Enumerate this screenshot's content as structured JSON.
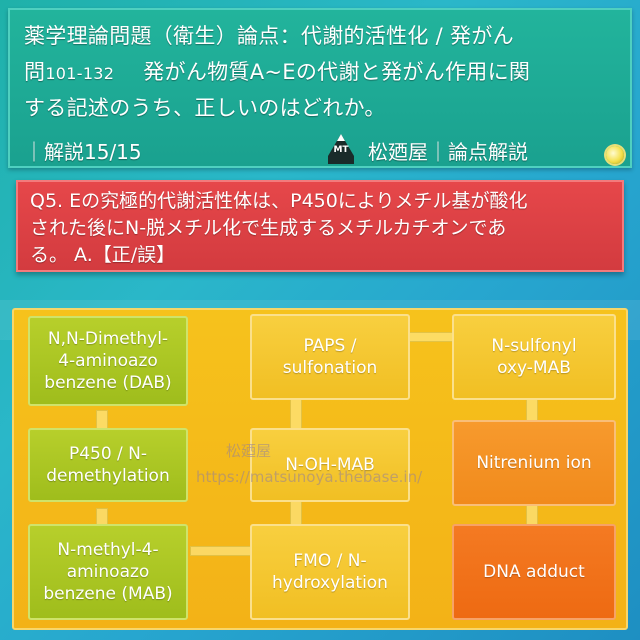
{
  "header": {
    "line1": "薬学理論問題（衛生）論点：代謝的活性化 / 発がん",
    "line2_prefix": "問",
    "line2_range": "101-132",
    "line2_rest": "発がん物質A~Eの代謝と発がん作用に関",
    "line3": "する記述のうち、正しいのはどれか。",
    "kaisetsu": "｜解説15/15",
    "brand": "松廼屋｜論点解説",
    "logo_text": "MT"
  },
  "question": {
    "line1": "Q5. Eの究極的代謝活性体は、P450によりメチル基が酸化",
    "line2": "された後にN-脱メチル化で生成するメチルカチオンであ",
    "line3": "る。 A.【正/誤】"
  },
  "diagram": {
    "nodes": {
      "dab": "N,N-Dimethyl-\n4-aminoazo\nbenzene (DAB)",
      "p450": "P450 / N-\ndemethylation",
      "mab": "N-methyl-4-\naminoazo\nbenzene (MAB)",
      "paps": "PAPS /\nsulfonation",
      "nohmab": "N-OH-MAB",
      "fmo": "FMO / N-\nhydroxylation",
      "sulfonyl": "N-sulfonyl\noxy-MAB",
      "nitrenium": "Nitrenium ion",
      "dna": "DNA adduct"
    },
    "watermark_line1": "松廼屋",
    "watermark_line2": "https://matsunoya.thebase.in/"
  }
}
